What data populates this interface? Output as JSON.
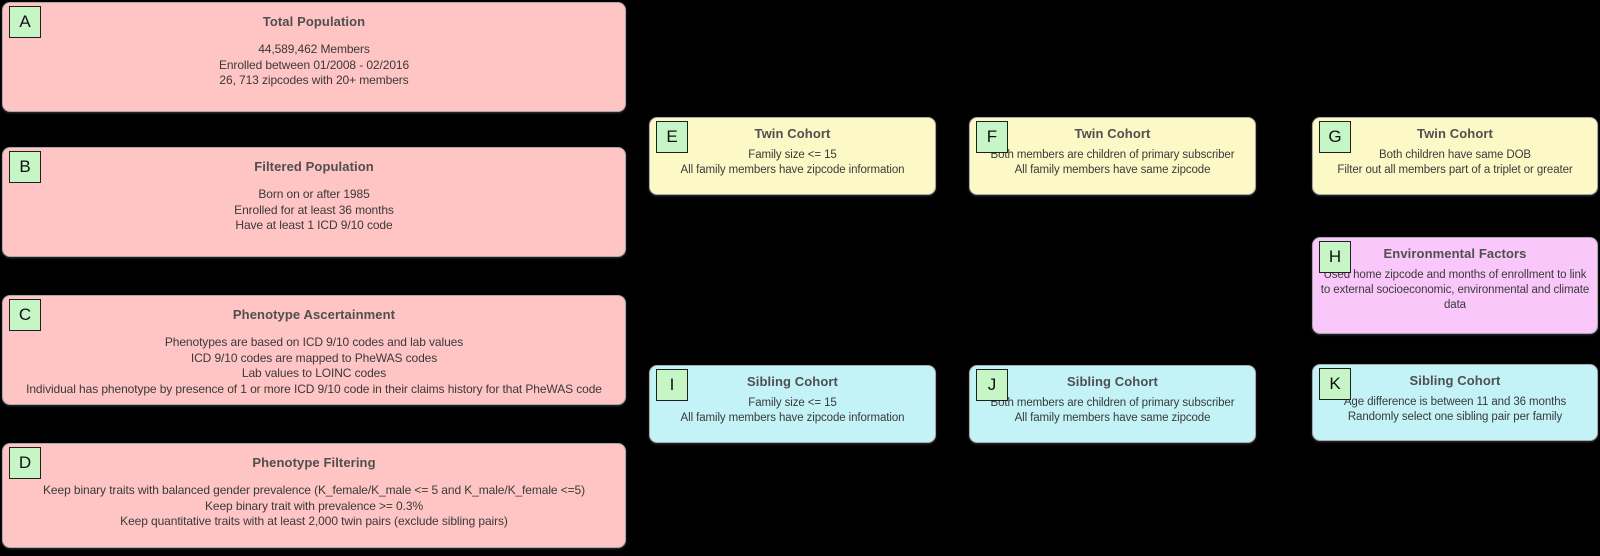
{
  "diagram": {
    "background_color": "#000000",
    "palette": {
      "population_fill": "#ffc4c4",
      "twin_cohort_fill": "#fdf9c7",
      "sibling_cohort_fill": "#c3f3f6",
      "environmental_fill": "#f9c7f9",
      "label_square_fill": "#c6f6c6",
      "node_border": "#a6a6ab",
      "title_text": "#4f4f4f",
      "body_text": "#3a3a3a"
    },
    "nodes": {
      "A": {
        "letter": "A",
        "title": "Total Population",
        "lines": [
          "44,589,462 Members",
          "Enrolled between 01/2008 - 02/2016",
          "26, 713 zipcodes with 20+ members"
        ]
      },
      "B": {
        "letter": "B",
        "title": "Filtered Population",
        "lines": [
          "Born on or after 1985",
          "Enrolled for at least 36 months",
          "Have at least 1 ICD 9/10 code"
        ]
      },
      "C": {
        "letter": "C",
        "title": "Phenotype Ascertainment",
        "lines": [
          "Phenotypes are based on ICD 9/10 codes and lab values",
          "ICD 9/10 codes are mapped to PheWAS codes",
          "Lab values to LOINC codes",
          "Individual has phenotype by presence of 1 or more ICD 9/10 code in their claims history for that PheWAS code"
        ]
      },
      "D": {
        "letter": "D",
        "title": "Phenotype Filtering",
        "lines": [
          "Keep binary traits with balanced gender prevalence (K_female/K_male <= 5 and K_male/K_female <=5)",
          "Keep binary trait with prevalence >= 0.3%",
          "Keep quantitative traits with at least 2,000 twin pairs (exclude sibling pairs)"
        ]
      },
      "E": {
        "letter": "E",
        "title": "Twin Cohort",
        "lines": [
          "Family size <= 15",
          "All family members have zipcode information"
        ]
      },
      "F": {
        "letter": "F",
        "title": "Twin Cohort",
        "lines": [
          "Both members are children of primary subscriber",
          "All family members have same zipcode"
        ]
      },
      "G": {
        "letter": "G",
        "title": "Twin Cohort",
        "lines": [
          "Both children have same DOB",
          "Filter out all members part of a triplet or greater"
        ]
      },
      "H": {
        "letter": "H",
        "title": "Environmental Factors",
        "paragraph": "Used home zipcode and months of enrollment to link to external socioeconomic, environmental and climate data"
      },
      "I": {
        "letter": "I",
        "title": "Sibling Cohort",
        "lines": [
          "Family size <= 15",
          "All family members have zipcode information"
        ]
      },
      "J": {
        "letter": "J",
        "title": "Sibling Cohort",
        "lines": [
          "Both members are children of primary subscriber",
          "All family members have same zipcode"
        ]
      },
      "K": {
        "letter": "K",
        "title": "Sibling Cohort",
        "lines": [
          "Age difference is between 11 and 36 months",
          "Randomly select one sibling pair per family"
        ]
      }
    }
  }
}
